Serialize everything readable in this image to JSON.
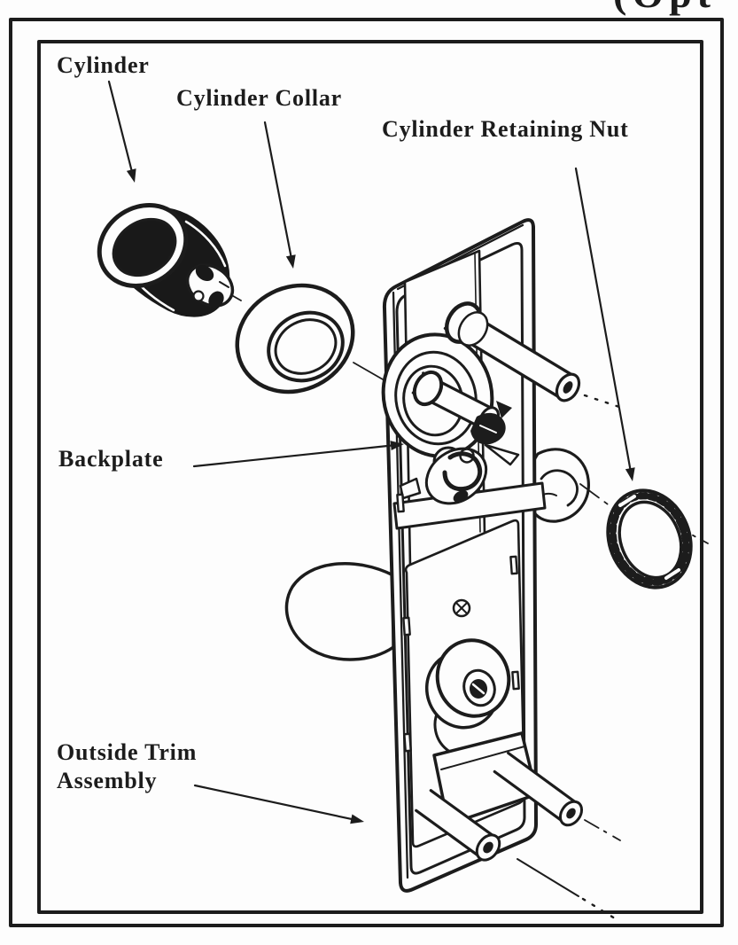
{
  "page": {
    "background": "#fdfdfd",
    "ink_color": "#1c1c1c",
    "clipped_heading_fragment": "(Opt"
  },
  "figure": {
    "type": "exploded-parts-line-drawing",
    "labels": {
      "cylinder": "Cylinder",
      "cylinder_collar": "Cylinder Collar",
      "cylinder_retaining_nut": "Cylinder Retaining Nut",
      "backplate": "Backplate",
      "outside_trim_line1": "Outside Trim",
      "outside_trim_line2": "Assembly"
    }
  }
}
